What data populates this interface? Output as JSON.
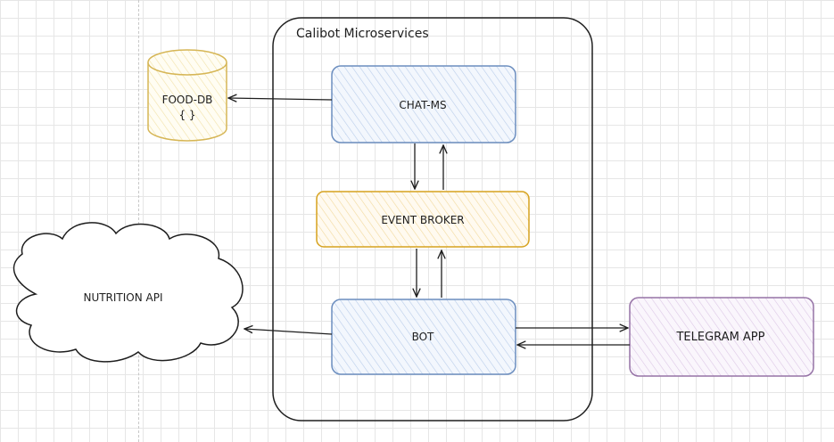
{
  "diagram": {
    "container_title": "Calibot Microservices",
    "nodes": {
      "chat_ms": "CHAT-MS",
      "event_broker": "EVENT BROKER",
      "bot": "BOT",
      "telegram_app": "TELEGRAM APP",
      "nutrition_api": "NUTRITION API",
      "food_db_line1": "FOOD-DB",
      "food_db_line2": "{ }"
    },
    "edges": [
      {
        "from": "chat_ms",
        "to": "food_db"
      },
      {
        "from": "chat_ms",
        "to": "event_broker"
      },
      {
        "from": "event_broker",
        "to": "chat_ms"
      },
      {
        "from": "event_broker",
        "to": "bot"
      },
      {
        "from": "bot",
        "to": "event_broker"
      },
      {
        "from": "bot",
        "to": "nutrition_api"
      },
      {
        "from": "bot",
        "to": "telegram_app"
      },
      {
        "from": "telegram_app",
        "to": "bot"
      }
    ],
    "colors": {
      "service_stroke": "#6c8ebf",
      "service_fill": "#dae8fc",
      "broker_stroke": "#d6a21e",
      "broker_fill": "#ffe6b3",
      "db_stroke": "#d6b656",
      "db_fill": "#fff2cc",
      "client_stroke": "#9673a6",
      "client_fill": "#e9d8f2",
      "line": "#1e1e1e"
    }
  }
}
